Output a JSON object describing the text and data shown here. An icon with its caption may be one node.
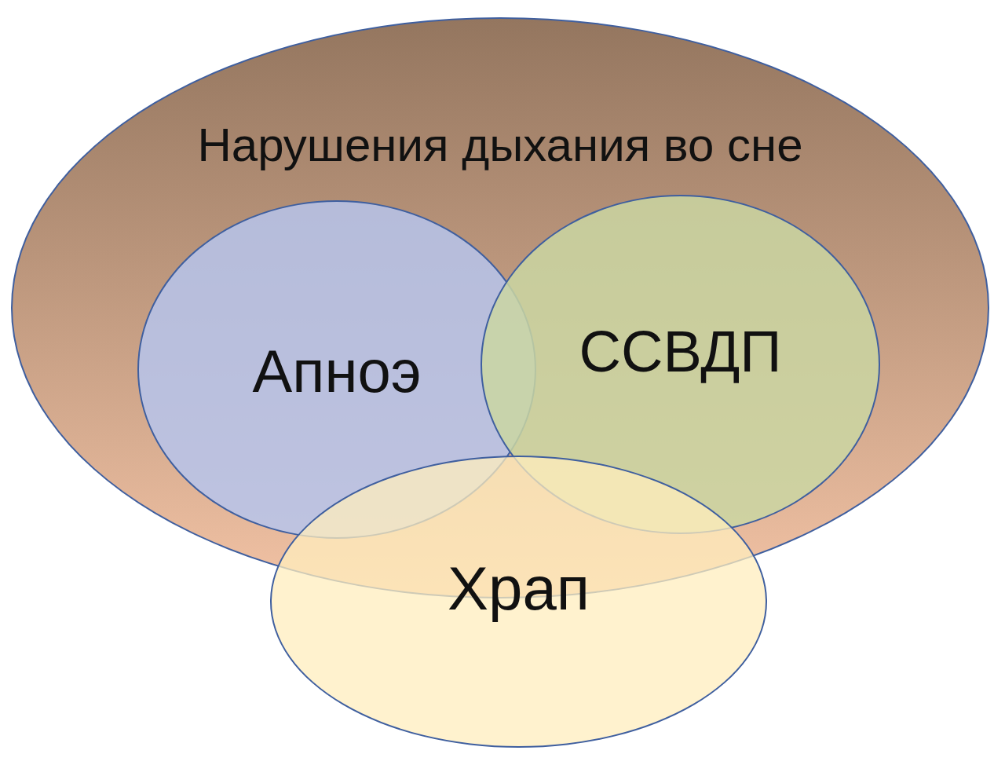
{
  "diagram": {
    "nodes": [
      {
        "text": [
          "Нарушения дыхания во сне"
        ]
      },
      {
        "text": [
          "Апноэ"
        ],
        "in": 0
      },
      {
        "text": [
          "ССВДП"
        ],
        "in": 0
      },
      {
        "text": [
          "Храп"
        ]
      }
    ]
  }
}
